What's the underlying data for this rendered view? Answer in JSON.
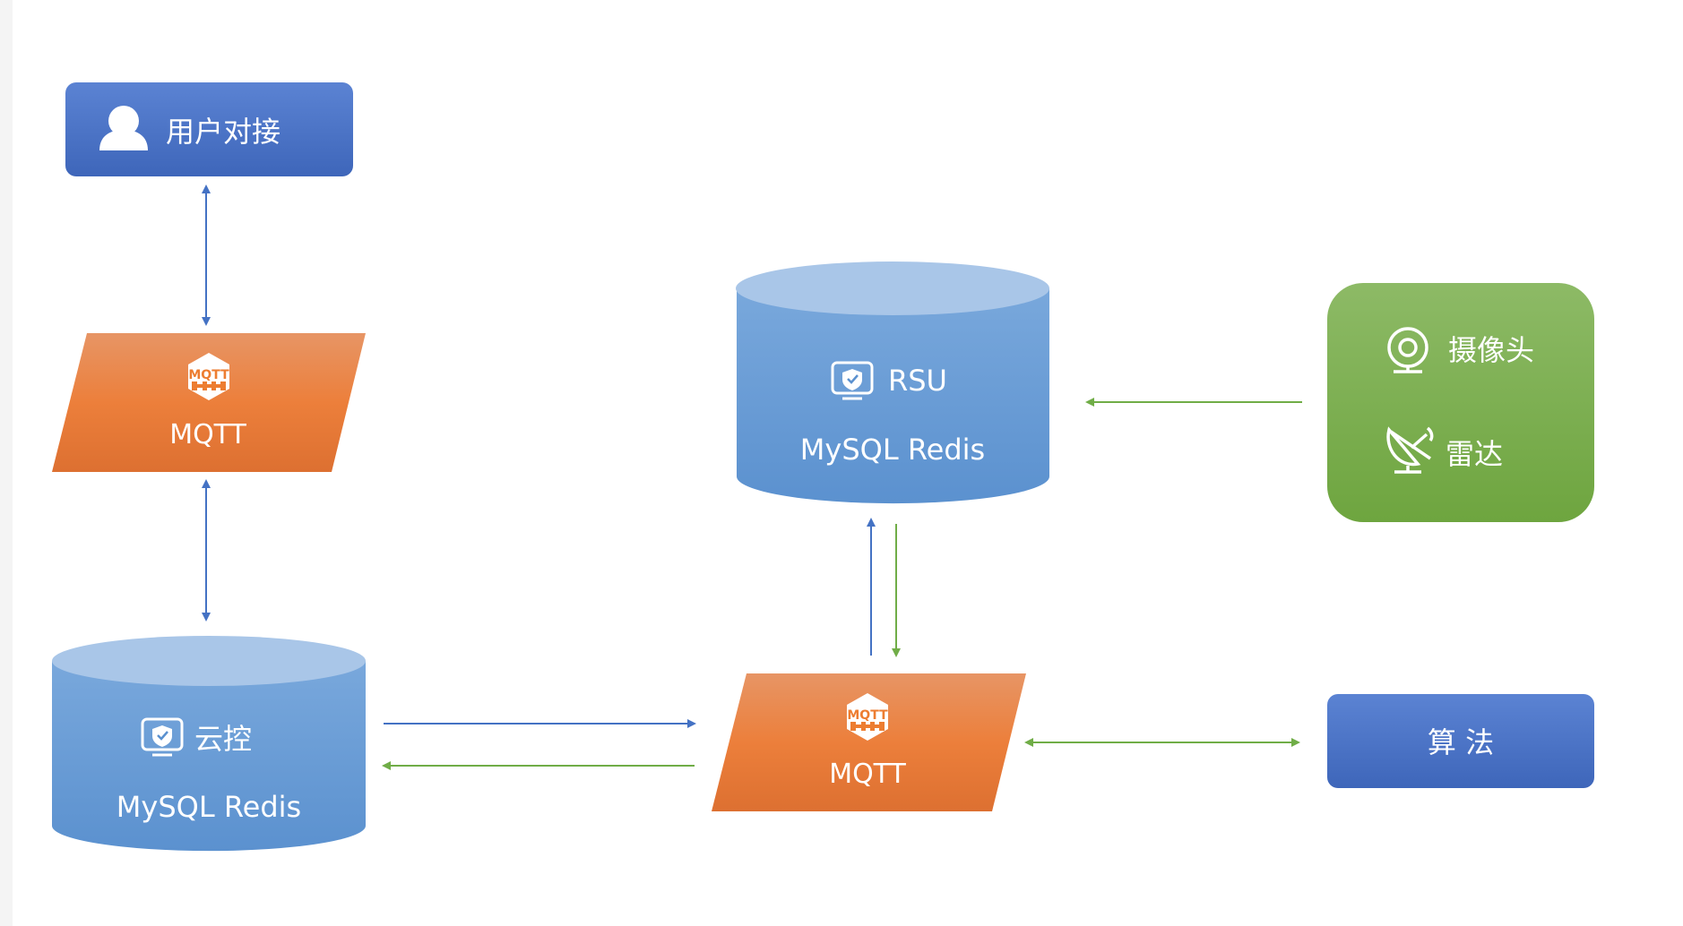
{
  "nodes": {
    "user": {
      "label": "用户对接",
      "icon": "user-icon"
    },
    "mqtt_top": {
      "label": "MQTT",
      "icon_text": "MQTT",
      "icon": "mqtt-icon"
    },
    "cloud_db": {
      "title": "云控",
      "subtitle": "MySQL  Redis",
      "icon": "shield-monitor-icon"
    },
    "rsu_db": {
      "title": "RSU",
      "subtitle": "MySQL  Redis",
      "icon": "shield-monitor-icon"
    },
    "mqtt_mid": {
      "label": "MQTT",
      "icon_text": "MQTT",
      "icon": "mqtt-icon"
    },
    "sensors": {
      "camera_label": "摄像头",
      "camera_icon": "webcam-icon",
      "radar_label": "雷达",
      "radar_icon": "radar-dish-icon"
    },
    "algo": {
      "label": "算 法"
    }
  },
  "colors": {
    "blue_box": "#4472C4",
    "orange": "#ED7D31",
    "db_blue": "#5B9BD5",
    "db_top": "#A9C6E8",
    "green_box": "#70AD47",
    "blue_arrow": "#4472C4",
    "green_arrow": "#70AD47"
  }
}
